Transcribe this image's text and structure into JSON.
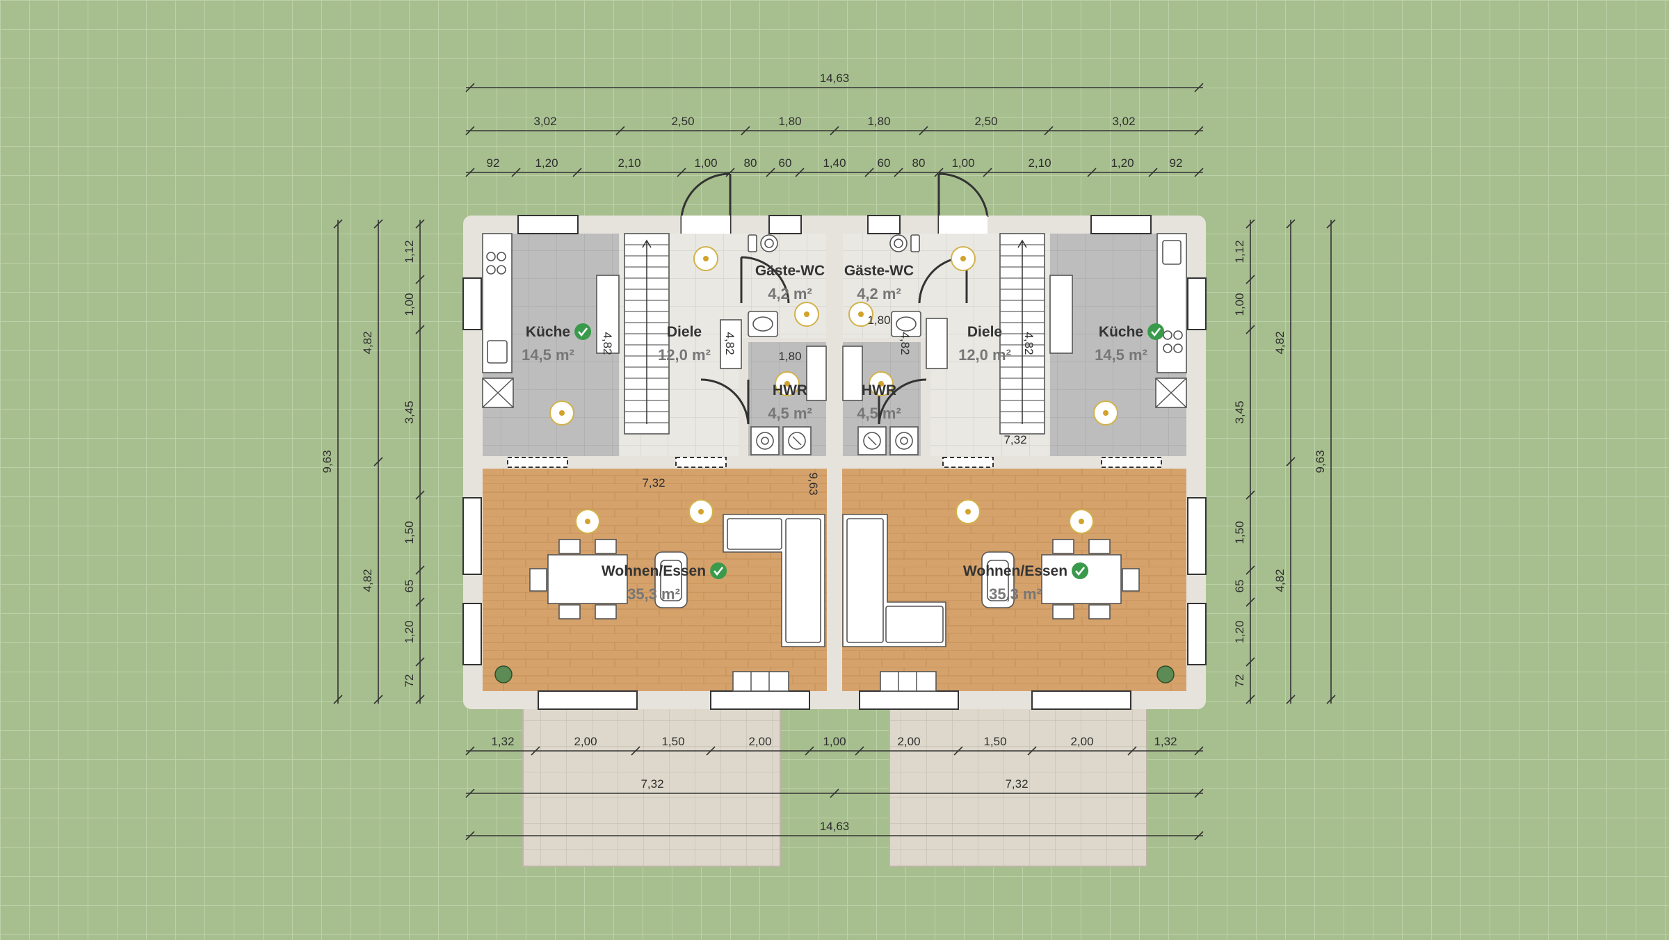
{
  "colors": {
    "background": "#a7bf8f",
    "grid": "#bcd0a8",
    "wall": "#e6e3dd",
    "wood": "#d7a36d",
    "kitchen_tile": "#bfbfbf",
    "hall_tile": "#e8e7e2",
    "terrace": "#ddd8cc",
    "check": "#3a9a4b"
  },
  "dims_top": {
    "total": "14,63",
    "row2": [
      "3,02",
      "2,50",
      "1,80",
      "1,80",
      "2,50",
      "3,02"
    ],
    "row3": [
      "92",
      "1,20",
      "2,10",
      "1,00",
      "80",
      "60",
      "1,40",
      "60",
      "80",
      "1,00",
      "2,10",
      "1,20",
      "92"
    ]
  },
  "dims_bottom": {
    "row1": [
      "1,32",
      "2,00",
      "1,50",
      "2,00",
      "1,00",
      "2,00",
      "1,50",
      "2,00",
      "1,32"
    ],
    "row2": [
      "7,32",
      "7,32"
    ],
    "total": "14,63"
  },
  "dims_left": {
    "total": "9,63",
    "halves": [
      "4,82",
      "4,82"
    ],
    "segments": [
      "1,12",
      "1,00",
      "3,45",
      "1,50",
      "65",
      "1,20",
      "72"
    ]
  },
  "dims_right": {
    "total": "9,63",
    "halves": [
      "4,82",
      "4,82"
    ],
    "segments": [
      "1,12",
      "1,00",
      "3,45",
      "1,50",
      "65",
      "1,20",
      "72"
    ]
  },
  "inner_dims": {
    "kitchen_left": "4,82",
    "diele_left": "4,82",
    "width_left": "7,32",
    "hwr_left": "1,80",
    "center_vertical": "9,63",
    "wc_right": "1,80",
    "hwr_right": "4,82",
    "diele_right": "4,82",
    "width_right": "7,32"
  },
  "rooms": [
    {
      "name": "Küche",
      "area": "14,5 m²",
      "checked": true
    },
    {
      "name": "Diele",
      "area": "12,0 m²",
      "checked": false
    },
    {
      "name": "Gäste-WC",
      "area": "4,2 m²",
      "checked": false
    },
    {
      "name": "HWR",
      "area": "4,5 m²",
      "checked": false
    },
    {
      "name": "Wohnen/Essen",
      "area": "35,3 m²",
      "checked": true
    },
    {
      "name": "Gäste-WC",
      "area": "4,2 m²",
      "checked": false
    },
    {
      "name": "HWR",
      "area": "4,5 m²",
      "checked": false
    },
    {
      "name": "Diele",
      "area": "12,0 m²",
      "checked": false
    },
    {
      "name": "Küche",
      "area": "14,5 m²",
      "checked": true
    },
    {
      "name": "Wohnen/Essen",
      "area": "35,3 m²",
      "checked": true
    }
  ]
}
